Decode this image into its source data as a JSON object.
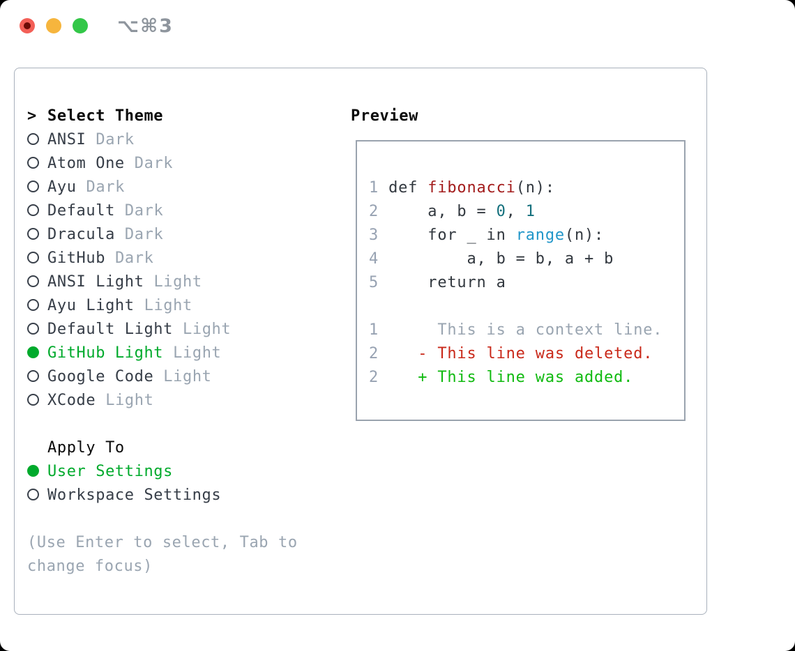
{
  "window": {
    "title": "⌥⌘3",
    "traffic_lights": [
      "close",
      "minimize",
      "zoom"
    ]
  },
  "colors": {
    "accent_green": "#00aa2c",
    "added_green": "#10ba10",
    "deleted_red": "#c9291a",
    "function_red": "#a31c1c",
    "number_teal": "#136f7c",
    "builtin_blue": "#2196c9",
    "muted_gray": "#9aa5b1",
    "text_dark": "#363d47",
    "border_gray": "#a9b1bc"
  },
  "selector": {
    "header_prefix": ">",
    "header_label": "Select Theme",
    "themes": [
      {
        "label": "ANSI",
        "variant": "Dark",
        "selected": false
      },
      {
        "label": "Atom One",
        "variant": "Dark",
        "selected": false
      },
      {
        "label": "Ayu",
        "variant": "Dark",
        "selected": false
      },
      {
        "label": "Default",
        "variant": "Dark",
        "selected": false
      },
      {
        "label": "Dracula",
        "variant": "Dark",
        "selected": false
      },
      {
        "label": "GitHub",
        "variant": "Dark",
        "selected": false
      },
      {
        "label": "ANSI Light",
        "variant": "Light",
        "selected": false
      },
      {
        "label": "Ayu Light",
        "variant": "Light",
        "selected": false
      },
      {
        "label": "Default Light",
        "variant": "Light",
        "selected": false
      },
      {
        "label": "GitHub Light",
        "variant": "Light",
        "selected": true
      },
      {
        "label": "Google Code",
        "variant": "Light",
        "selected": false
      },
      {
        "label": "XCode",
        "variant": "Light",
        "selected": false
      }
    ],
    "apply_to_label": "Apply To",
    "apply_options": [
      {
        "label": "User Settings",
        "selected": true
      },
      {
        "label": "Workspace Settings",
        "selected": false
      }
    ],
    "help_lines": [
      "(Use Enter to select, Tab to",
      "change focus)"
    ]
  },
  "preview": {
    "label": "Preview",
    "lines": [
      {
        "num": "1",
        "segments": [
          {
            "t": "def ",
            "s": "plain"
          },
          {
            "t": "fibonacci",
            "s": "function"
          },
          {
            "t": "(n):",
            "s": "plain"
          }
        ]
      },
      {
        "num": "2",
        "segments": [
          {
            "t": "    a, b = ",
            "s": "plain"
          },
          {
            "t": "0",
            "s": "number"
          },
          {
            "t": ", ",
            "s": "plain"
          },
          {
            "t": "1",
            "s": "number"
          }
        ]
      },
      {
        "num": "3",
        "segments": [
          {
            "t": "    for _ in ",
            "s": "plain"
          },
          {
            "t": "range",
            "s": "builtin"
          },
          {
            "t": "(n):",
            "s": "plain"
          }
        ]
      },
      {
        "num": "4",
        "segments": [
          {
            "t": "        a, b = b, a + b",
            "s": "plain"
          }
        ]
      },
      {
        "num": "5",
        "segments": [
          {
            "t": "    return a",
            "s": "plain"
          }
        ]
      },
      {
        "num": null,
        "segments": []
      },
      {
        "num": "1",
        "segments": [
          {
            "t": "     This is a context line.",
            "s": "context"
          }
        ]
      },
      {
        "num": "2",
        "segments": [
          {
            "t": "   - This line was deleted.",
            "s": "deleted"
          }
        ]
      },
      {
        "num": "2",
        "segments": [
          {
            "t": "   + This line was added.",
            "s": "added"
          }
        ]
      }
    ]
  }
}
